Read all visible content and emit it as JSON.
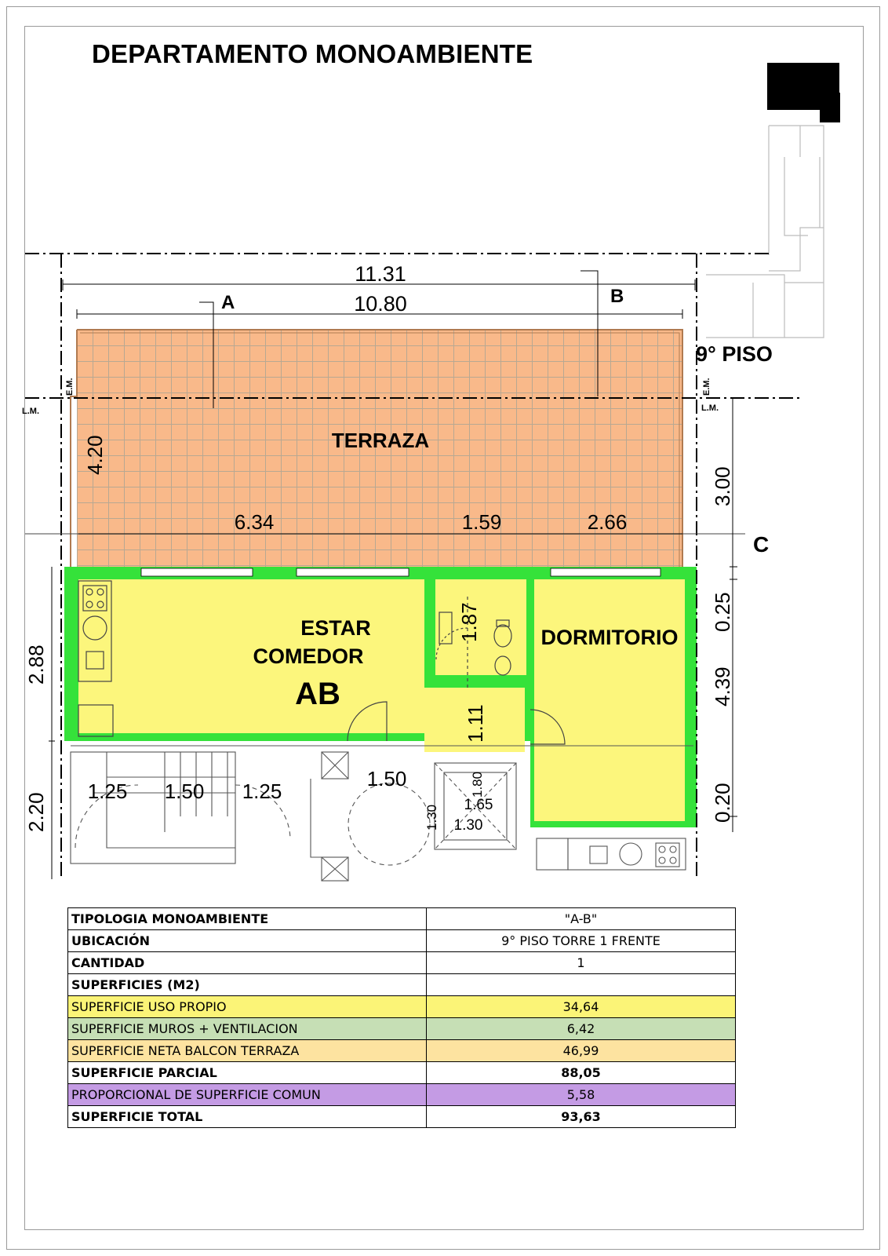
{
  "title": "DEPARTAMENTO MONOAMBIENTE",
  "plan": {
    "floor_label": "9° PISO",
    "rooms": {
      "terraza": "TERRAZA",
      "estar": "ESTAR",
      "comedor": "COMEDOR",
      "unit": "AB",
      "dormitorio": "DORMITORIO"
    },
    "section_marks": {
      "a": "A",
      "b": "B",
      "c": "C"
    },
    "line_labels": {
      "lm": "L.M.",
      "em": "E.M."
    },
    "dimensions": {
      "total_width": "11.31",
      "terrace_width": "10.80",
      "terrace_depth": "4.20",
      "seg_1": "6.34",
      "seg_2": "1.59",
      "seg_3": "2.66",
      "right_depth": "3.00",
      "right_wall": "0.25",
      "right_room": "4.39",
      "right_bottom": "0.20",
      "left_upper": "2.88",
      "left_lower": "2.20",
      "bath_height": "1.87",
      "hall_height": "1.11",
      "stair_1": "1.25",
      "stair_2": "1.50",
      "stair_3": "1.25",
      "lobby": "1.50",
      "shaft_v": "1.80",
      "shaft_a": "1.65",
      "shaft_b": "1.30",
      "shaft_side": "1.30"
    },
    "colors": {
      "terrace": "#f9b98a",
      "interior": "#fcf67c",
      "walls": "#35e23a",
      "grid": "#d9cdb6"
    }
  },
  "table": {
    "rows": [
      {
        "label": "TIPOLOGIA  MONOAMBIENTE",
        "value": "\"A-B\""
      },
      {
        "label": "UBICACIÓN",
        "value": "9° PISO TORRE 1 FRENTE"
      },
      {
        "label": "CANTIDAD",
        "value": "1"
      },
      {
        "label": "SUPERFICIES (M2)",
        "value": ""
      },
      {
        "label": "SUPERFICIE USO PROPIO",
        "value": "34,64"
      },
      {
        "label": "SUPERFICIE MUROS + VENTILACION",
        "value": "6,42"
      },
      {
        "label": "SUPERFICIE NETA BALCON TERRAZA",
        "value": "46,99"
      },
      {
        "label": "SUPERFICIE PARCIAL",
        "value": "88,05"
      },
      {
        "label": "PROPORCIONAL DE SUPERFICIE COMUN",
        "value": "5,58"
      },
      {
        "label": "SUPERFICIE TOTAL",
        "value": "93,63"
      }
    ]
  }
}
